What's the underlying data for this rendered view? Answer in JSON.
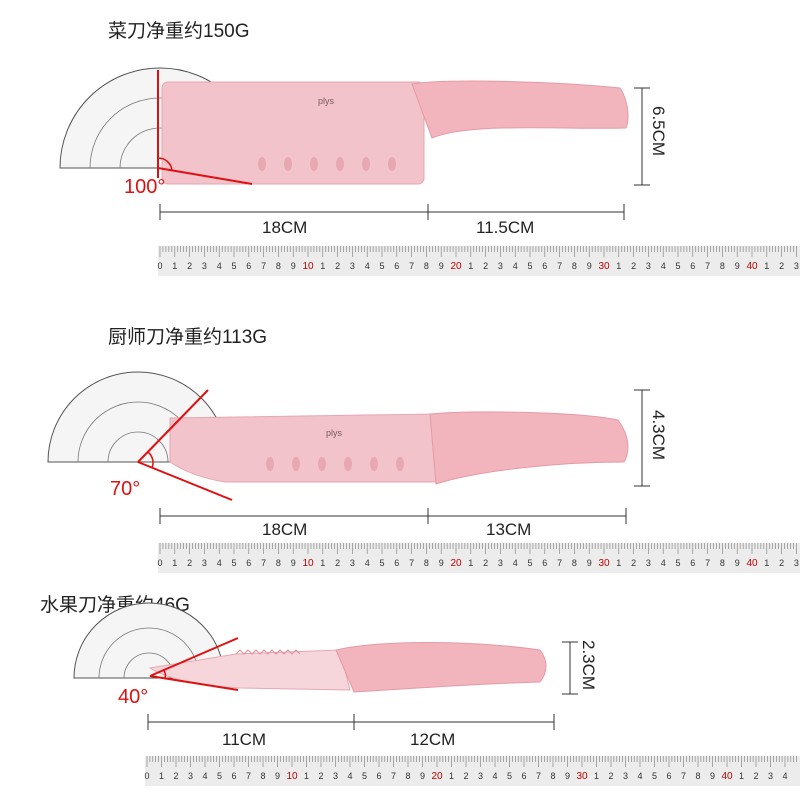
{
  "knives": [
    {
      "title": "菜刀净重约150G",
      "angle": "100°",
      "blade_length": "18CM",
      "handle_length": "11.5CM",
      "height": "6.5CM",
      "brand": "plys"
    },
    {
      "title": "厨师刀净重约113G",
      "angle": "70°",
      "blade_length": "18CM",
      "handle_length": "13CM",
      "height": "4.3CM",
      "brand": "plys"
    },
    {
      "title": "水果刀净重约46G",
      "angle": "40°",
      "blade_length": "11CM",
      "handle_length": "12CM",
      "height": "2.3CM"
    }
  ],
  "colors": {
    "pink": "#f2b9c1",
    "pink_dark": "#e59aa6",
    "red": "#e01010",
    "ruler_bg": "#ececec"
  }
}
